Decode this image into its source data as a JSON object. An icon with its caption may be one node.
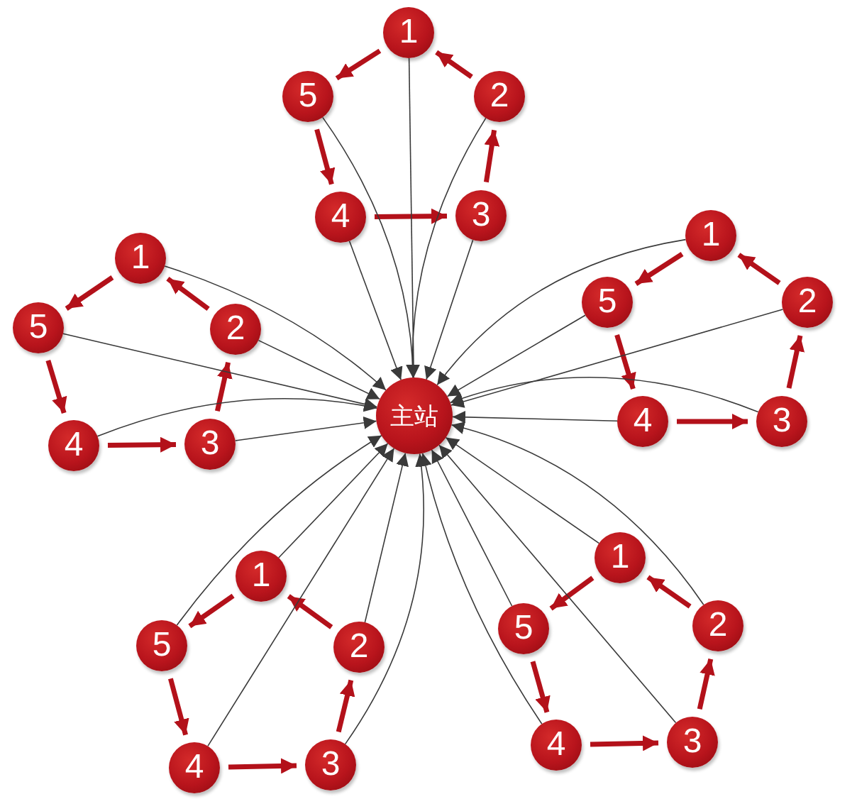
{
  "diagram": {
    "nodes": [
      {
        "text": [
          "主站"
        ]
      },
      {
        "text": [
          "1"
        ]
      },
      {
        "text": [
          "2"
        ]
      },
      {
        "text": [
          "3"
        ]
      },
      {
        "text": [
          "4"
        ]
      },
      {
        "text": [
          "5"
        ]
      },
      {
        "text": [
          "1"
        ]
      },
      {
        "text": [
          "2"
        ]
      },
      {
        "text": [
          "3"
        ]
      },
      {
        "text": [
          "4"
        ]
      },
      {
        "text": [
          "5"
        ]
      },
      {
        "text": [
          "1"
        ]
      },
      {
        "text": [
          "2"
        ]
      },
      {
        "text": [
          "3"
        ]
      },
      {
        "text": [
          "4"
        ]
      },
      {
        "text": [
          "5"
        ]
      },
      {
        "text": [
          "1"
        ]
      },
      {
        "text": [
          "2"
        ]
      },
      {
        "text": [
          "3"
        ]
      },
      {
        "text": [
          "4"
        ]
      },
      {
        "text": [
          "5"
        ]
      },
      {
        "text": [
          "1"
        ]
      },
      {
        "text": [
          "2"
        ]
      },
      {
        "text": [
          "3"
        ]
      },
      {
        "text": [
          "4"
        ]
      },
      {
        "text": [
          "5"
        ]
      }
    ],
    "edges": [
      {
        "from": 1,
        "to": 5,
        "arrow": "to",
        "style": "thick",
        "color": "#b3111a"
      },
      {
        "from": 5,
        "to": 4,
        "arrow": "to",
        "style": "thick",
        "color": "#b3111a"
      },
      {
        "from": 4,
        "to": 3,
        "arrow": "to",
        "style": "thick",
        "color": "#b3111a"
      },
      {
        "from": 3,
        "to": 2,
        "arrow": "to",
        "style": "thick",
        "color": "#b3111a"
      },
      {
        "from": 2,
        "to": 1,
        "arrow": "to",
        "style": "thick",
        "color": "#b3111a"
      },
      {
        "from": 6,
        "to": 10,
        "arrow": "to",
        "style": "thick",
        "color": "#b3111a"
      },
      {
        "from": 10,
        "to": 9,
        "arrow": "to",
        "style": "thick",
        "color": "#b3111a"
      },
      {
        "from": 9,
        "to": 8,
        "arrow": "to",
        "style": "thick",
        "color": "#b3111a"
      },
      {
        "from": 8,
        "to": 7,
        "arrow": "to",
        "style": "thick",
        "color": "#b3111a"
      },
      {
        "from": 7,
        "to": 6,
        "arrow": "to",
        "style": "thick",
        "color": "#b3111a"
      },
      {
        "from": 11,
        "to": 15,
        "arrow": "to",
        "style": "thick",
        "color": "#b3111a"
      },
      {
        "from": 15,
        "to": 14,
        "arrow": "to",
        "style": "thick",
        "color": "#b3111a"
      },
      {
        "from": 14,
        "to": 13,
        "arrow": "to",
        "style": "thick",
        "color": "#b3111a"
      },
      {
        "from": 13,
        "to": 12,
        "arrow": "to",
        "style": "thick",
        "color": "#b3111a"
      },
      {
        "from": 12,
        "to": 11,
        "arrow": "to",
        "style": "thick",
        "color": "#b3111a"
      },
      {
        "from": 16,
        "to": 20,
        "arrow": "to",
        "style": "thick",
        "color": "#b3111a"
      },
      {
        "from": 20,
        "to": 19,
        "arrow": "to",
        "style": "thick",
        "color": "#b3111a"
      },
      {
        "from": 19,
        "to": 18,
        "arrow": "to",
        "style": "thick",
        "color": "#b3111a"
      },
      {
        "from": 18,
        "to": 17,
        "arrow": "to",
        "style": "thick",
        "color": "#b3111a"
      },
      {
        "from": 17,
        "to": 16,
        "arrow": "to",
        "style": "thick",
        "color": "#b3111a"
      },
      {
        "from": 21,
        "to": 25,
        "arrow": "to",
        "style": "thick",
        "color": "#b3111a"
      },
      {
        "from": 25,
        "to": 24,
        "arrow": "to",
        "style": "thick",
        "color": "#b3111a"
      },
      {
        "from": 24,
        "to": 23,
        "arrow": "to",
        "style": "thick",
        "color": "#b3111a"
      },
      {
        "from": 23,
        "to": 22,
        "arrow": "to",
        "style": "thick",
        "color": "#b3111a"
      },
      {
        "from": 22,
        "to": 21,
        "arrow": "to",
        "style": "thick",
        "color": "#b3111a"
      },
      {
        "from": 1,
        "to": 0,
        "arrow": "to",
        "color": "#3a3a3a"
      },
      {
        "from": 2,
        "to": 0,
        "arrow": "to",
        "color": "#3a3a3a"
      },
      {
        "from": 3,
        "to": 0,
        "arrow": "to",
        "color": "#3a3a3a"
      },
      {
        "from": 4,
        "to": 0,
        "arrow": "to",
        "color": "#3a3a3a"
      },
      {
        "from": 5,
        "to": 0,
        "arrow": "to",
        "color": "#3a3a3a"
      },
      {
        "from": 6,
        "to": 0,
        "arrow": "to",
        "color": "#3a3a3a"
      },
      {
        "from": 7,
        "to": 0,
        "arrow": "to",
        "color": "#3a3a3a"
      },
      {
        "from": 8,
        "to": 0,
        "arrow": "to",
        "color": "#3a3a3a"
      },
      {
        "from": 9,
        "to": 0,
        "arrow": "to",
        "color": "#3a3a3a"
      },
      {
        "from": 10,
        "to": 0,
        "arrow": "to",
        "color": "#3a3a3a"
      },
      {
        "from": 11,
        "to": 0,
        "arrow": "to",
        "color": "#3a3a3a"
      },
      {
        "from": 12,
        "to": 0,
        "arrow": "to",
        "color": "#3a3a3a"
      },
      {
        "from": 13,
        "to": 0,
        "arrow": "to",
        "color": "#3a3a3a"
      },
      {
        "from": 14,
        "to": 0,
        "arrow": "to",
        "color": "#3a3a3a"
      },
      {
        "from": 15,
        "to": 0,
        "arrow": "to",
        "color": "#3a3a3a"
      },
      {
        "from": 16,
        "to": 0,
        "arrow": "to",
        "color": "#3a3a3a"
      },
      {
        "from": 17,
        "to": 0,
        "arrow": "to",
        "color": "#3a3a3a"
      },
      {
        "from": 18,
        "to": 0,
        "arrow": "to",
        "color": "#3a3a3a"
      },
      {
        "from": 19,
        "to": 0,
        "arrow": "to",
        "color": "#3a3a3a"
      },
      {
        "from": 20,
        "to": 0,
        "arrow": "to",
        "color": "#3a3a3a"
      },
      {
        "from": 21,
        "to": 0,
        "arrow": "to",
        "color": "#3a3a3a"
      },
      {
        "from": 22,
        "to": 0,
        "arrow": "to",
        "color": "#3a3a3a"
      },
      {
        "from": 23,
        "to": 0,
        "arrow": "to",
        "color": "#3a3a3a"
      },
      {
        "from": 24,
        "to": 0,
        "arrow": "to",
        "color": "#3a3a3a"
      },
      {
        "from": 25,
        "to": 0,
        "arrow": "to",
        "color": "#3a3a3a"
      }
    ]
  }
}
